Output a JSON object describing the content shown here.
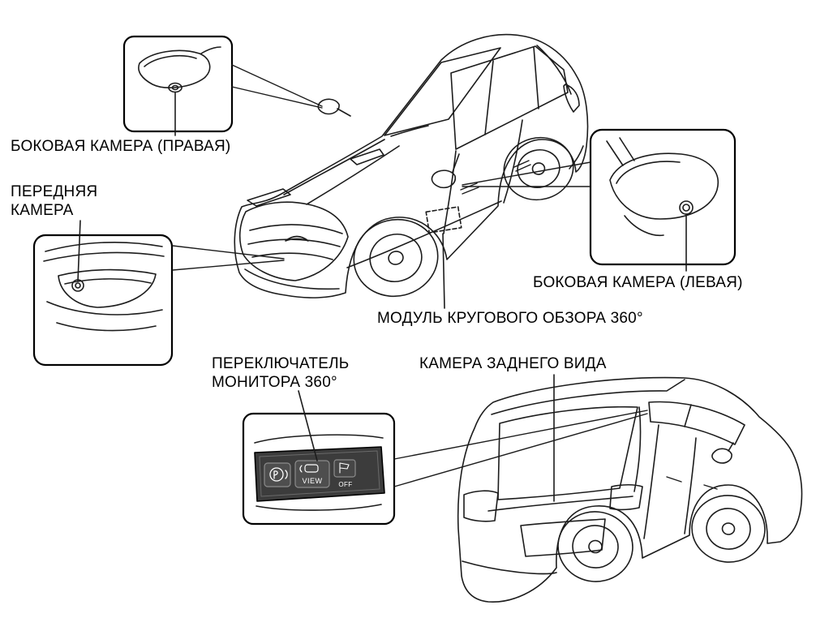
{
  "labels": {
    "side_camera_right": "БОКОВАЯ КАМЕРА (ПРАВАЯ)",
    "front_camera": "ПЕРЕДНЯЯ КАМЕРА",
    "side_camera_left": "БОКОВАЯ КАМЕРА (ЛЕВАЯ)",
    "module_360": "МОДУЛЬ КРУГОВОГО ОБЗОРА 360°",
    "monitor_switch": "ПЕРЕКЛЮЧАТЕЛЬ МОНИТОРА 360°",
    "rear_camera": "КАМЕРА ЗАДНЕГО ВИДА"
  },
  "switch_panel": {
    "view_label": "VIEW",
    "off_label": "OFF"
  },
  "icons": {
    "parking_sensor_button_icon": "circle-with-sound-waves",
    "view_button_icon": "car-top-view",
    "off_indicator_icon": "small-switch-glyph"
  },
  "colors": {
    "background": "#ffffff",
    "line_art": "#1c1c1c",
    "callout_border": "#000000",
    "panel_dark": "#3c3c3c",
    "button_gray": "#4e4e4e",
    "button_text": "#ffffff"
  }
}
